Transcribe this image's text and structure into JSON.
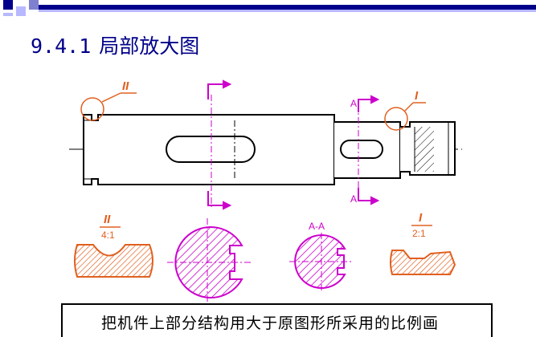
{
  "title": {
    "number": "9.4.1",
    "text": "局部放大图"
  },
  "diagram": {
    "detail_II": {
      "label": "II",
      "scale": "4:1"
    },
    "detail_I": {
      "label": "I",
      "scale": "2:1"
    },
    "section_label": "A-A",
    "cut_label_top": "A",
    "cut_label_bottom": "A"
  },
  "caption": {
    "text": "把机件上部分结构用大于原图形所采用的比例画"
  },
  "colors": {
    "title": "#00008a",
    "annotation": "#cc00cc",
    "hatch": "#cc00cc",
    "detail_hatch": "#e06020",
    "leader": "#e06020",
    "outline": "#000000"
  }
}
